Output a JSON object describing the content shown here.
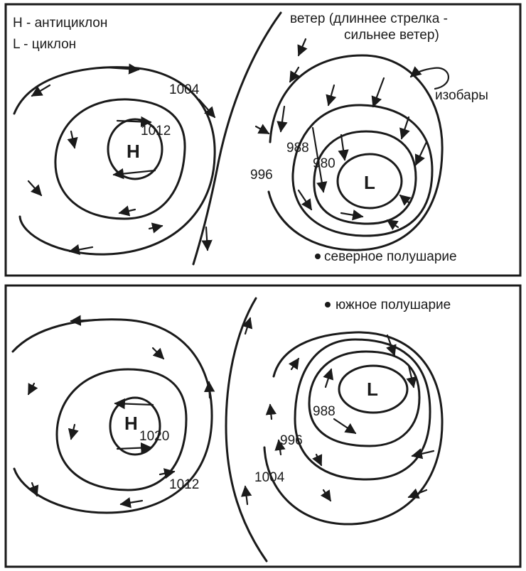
{
  "legend": {
    "high": "H - антициклон",
    "low": "L - циклон"
  },
  "annotations": {
    "wind": "ветер (длиннее стрелка -",
    "wind_cont": "сильнее ветер)",
    "isobars": "изобары"
  },
  "north": {
    "title": "северное полушарие",
    "high_marker": "H",
    "low_marker": "L",
    "isobar_values": {
      "h_inner": "1012",
      "h_outer": "1004",
      "l_inner": "980",
      "l_mid": "988",
      "l_outer": "996"
    }
  },
  "south": {
    "title": "южное полушарие",
    "high_marker": "H",
    "low_marker": "L",
    "isobar_values": {
      "h_inner": "1020",
      "h_outer": "1012",
      "l_mid": "988",
      "l_outer": "996",
      "l_far": "1004"
    }
  },
  "colors": {
    "ink": "#1a1a1a",
    "paper": "#ffffff"
  }
}
